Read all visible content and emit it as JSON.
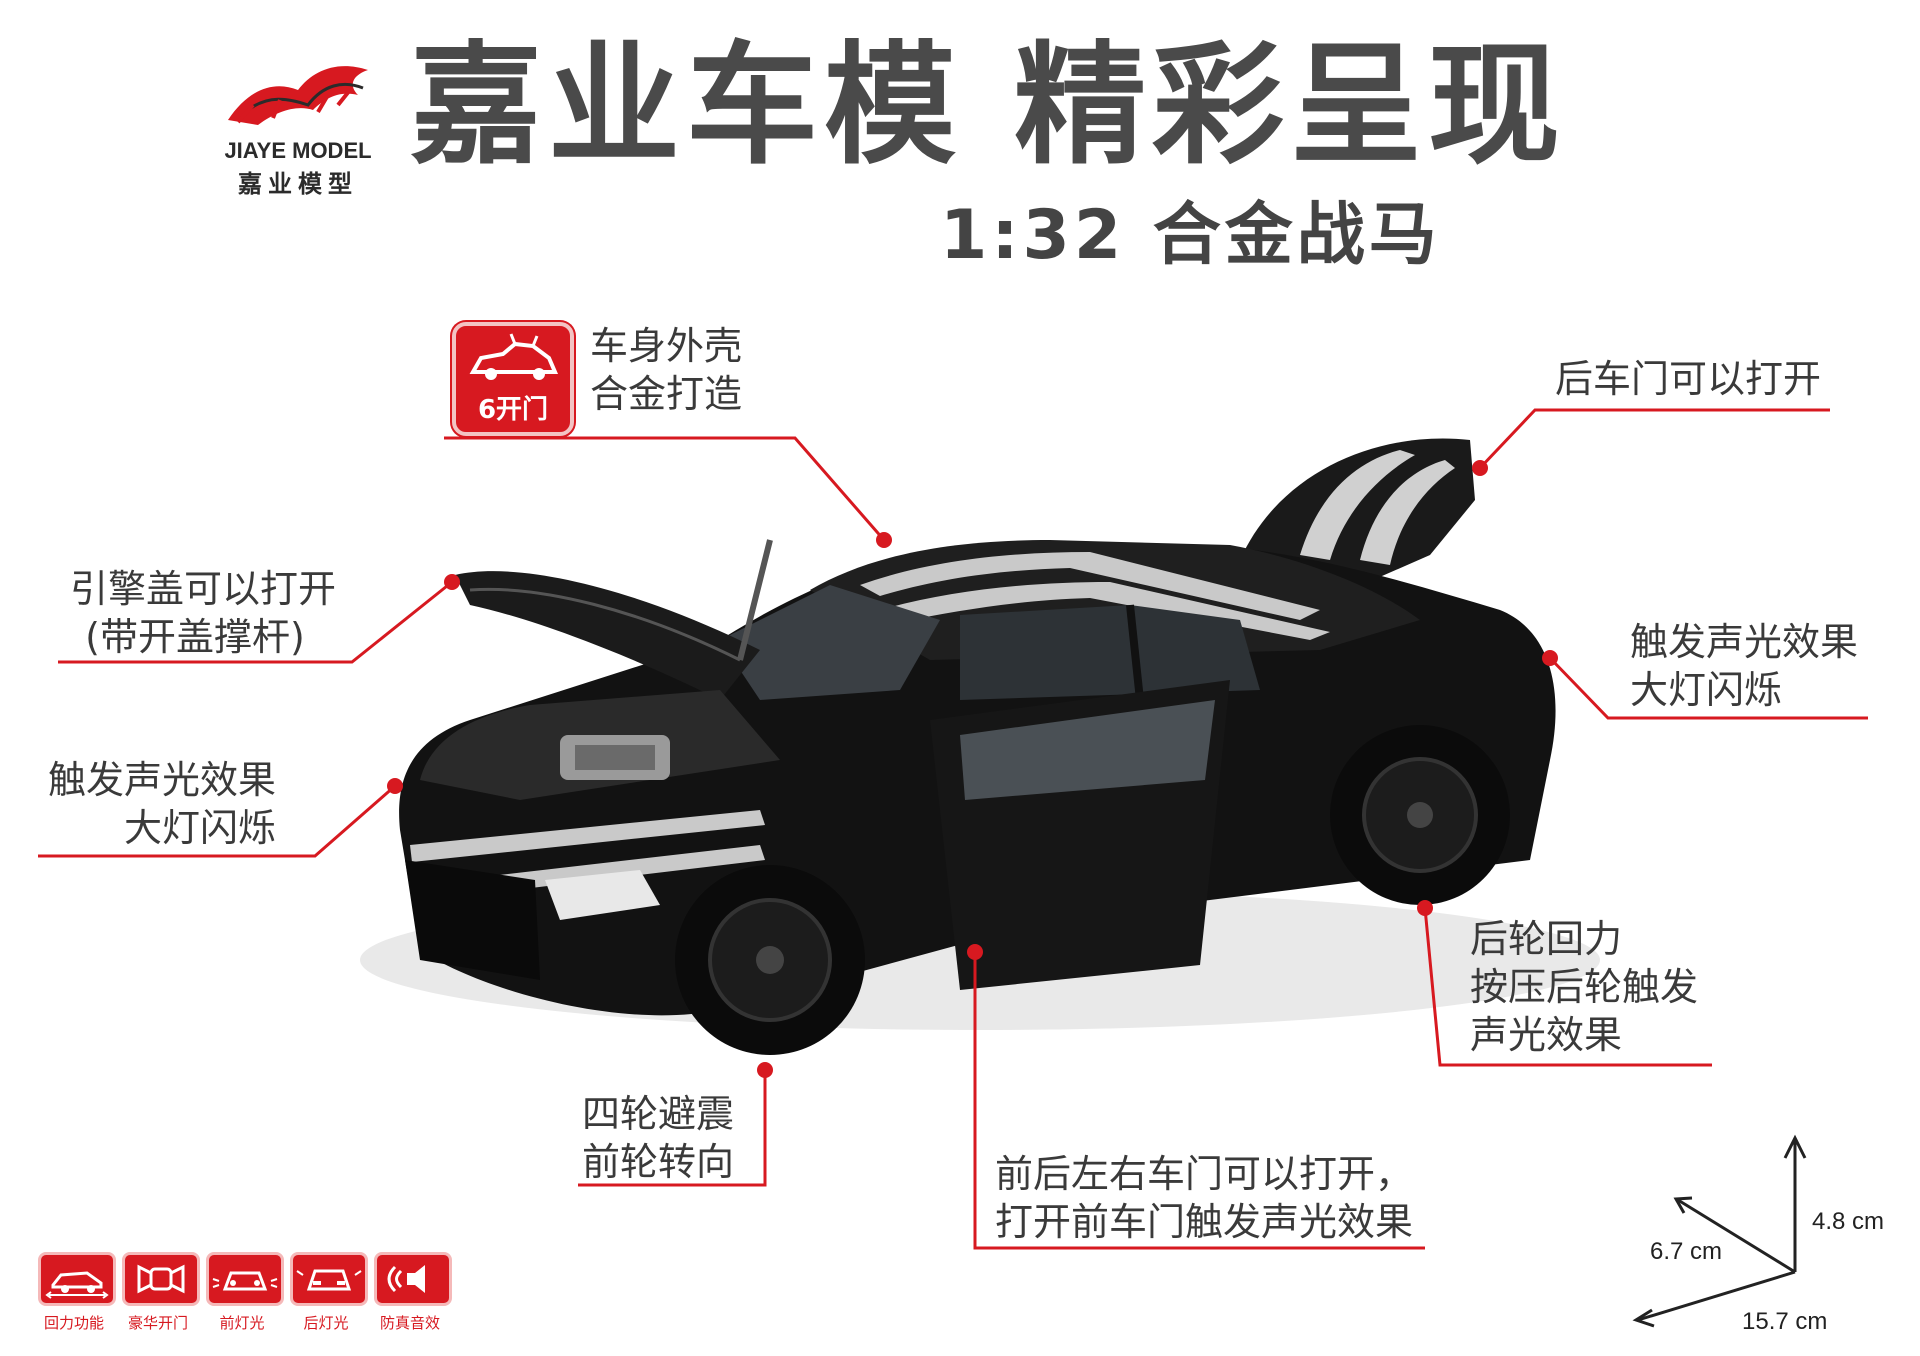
{
  "brand": {
    "logo_text": "JIAYE MODEL",
    "logo_cn": "嘉业模型"
  },
  "header": {
    "title": "嘉业车模 精彩呈现",
    "subtitle": "1:32 合金战马"
  },
  "badge": {
    "label": "6开门"
  },
  "callouts": {
    "body_shell": [
      "车身外壳",
      "合金打造"
    ],
    "trunk": [
      "后车门可以打开"
    ],
    "hood": [
      "引擎盖可以打开",
      "(带开盖撑杆)"
    ],
    "rear_lights": [
      "触发声光效果",
      "大灯闪烁"
    ],
    "front_lights": [
      "触发声光效果",
      "大灯闪烁"
    ],
    "pullback": [
      "后轮回力",
      "按压后轮触发",
      "声光效果"
    ],
    "suspension": [
      "四轮避震",
      "前轮转向"
    ],
    "doors": [
      "前后左右车门可以打开，",
      "打开前车门触发声光效果"
    ]
  },
  "features": [
    {
      "label": "回力功能",
      "icon": "pullback-car-icon"
    },
    {
      "label": "豪华开门",
      "icon": "open-door-icon"
    },
    {
      "label": "前灯光",
      "icon": "front-light-icon"
    },
    {
      "label": "后灯光",
      "icon": "rear-light-icon"
    },
    {
      "label": "防真音效",
      "icon": "sound-icon"
    }
  ],
  "dimensions": {
    "height": "4.8 cm",
    "width": "6.7 cm",
    "length": "15.7 cm"
  },
  "colors": {
    "accent_red": "#d71920",
    "text_gray": "#3a3a3a",
    "car_black": "#111111",
    "stripe_silver": "#c9c9c9"
  }
}
